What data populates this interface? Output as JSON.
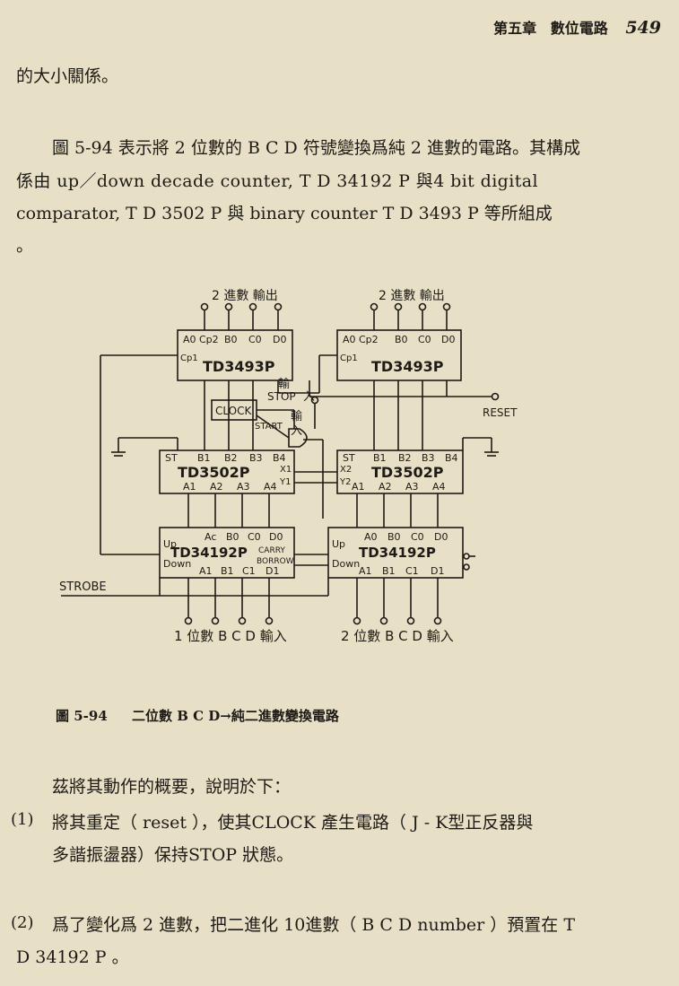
{
  "header": {
    "chapter": "第五章",
    "title": "數位電路",
    "page_number": "549"
  },
  "paragraphs": [
    "的大小關係。",
    "圖 5-94 表示將 2 位數的 B C D 符號變換爲純 2 進數的電路。其構成",
    "係由 up／down decade counter, T D 34192 P 與4 bit digital",
    "comparator, T D 3502 P 與 binary counter T D 3493 P 等所組成",
    "。"
  ],
  "figure": {
    "caption_number": "圖 5-94",
    "caption_text": "二位數 B C D→純二進數變換電路",
    "labels": {
      "binary_out": "2 進數 輸出",
      "ic_3493": "TD3493P",
      "ic_3502": "TD3502P",
      "ic_34192": "TD34192P",
      "clock": "CLOCK",
      "stop": "STOP",
      "start": "START",
      "input_char": "輸",
      "input_char2": "入",
      "reset": "RESET",
      "strobe": "STROBE",
      "carry": "CARRY",
      "borrow": "BORROW",
      "ones_bcd": "1 位數 B C D 輸入",
      "tens_bcd": "2 位數 B C D 輸入",
      "pins_3493_top": [
        "A0",
        "Cp2",
        "B0",
        "C0",
        "D0"
      ],
      "pin_cp1": "Cp1",
      "pins_3502_top": [
        "ST",
        "B1",
        "B2",
        "B3",
        "B4"
      ],
      "pins_3502_bot": [
        "A1",
        "A2",
        "A3",
        "A4"
      ],
      "pins_xy_left": [
        "X1",
        "Y1"
      ],
      "pins_xy_right": [
        "X2",
        "Y2"
      ],
      "pins_192_top": [
        "Ac",
        "B0",
        "C0",
        "D0"
      ],
      "pins_192_top_r": [
        "A0",
        "B0",
        "C0",
        "D0"
      ],
      "pins_192_bot": [
        "A1",
        "B1",
        "C1",
        "D1"
      ],
      "pins_192_left": [
        "Up",
        "Down"
      ]
    }
  },
  "summary_intro": "茲將其動作的概要，說明於下：",
  "items": [
    {
      "no": "(1)",
      "line1": "將其重定（ reset ），使其CLOCK 產生電路（ J - K型正反器與",
      "line2": "多諧振盪器）保持STOP 狀態。"
    },
    {
      "no": "(2)",
      "line1": "爲了變化爲 2 進數，把二進化 10進數（ B C D number ）預置在 T",
      "line2": "D 34192 P 。"
    }
  ]
}
